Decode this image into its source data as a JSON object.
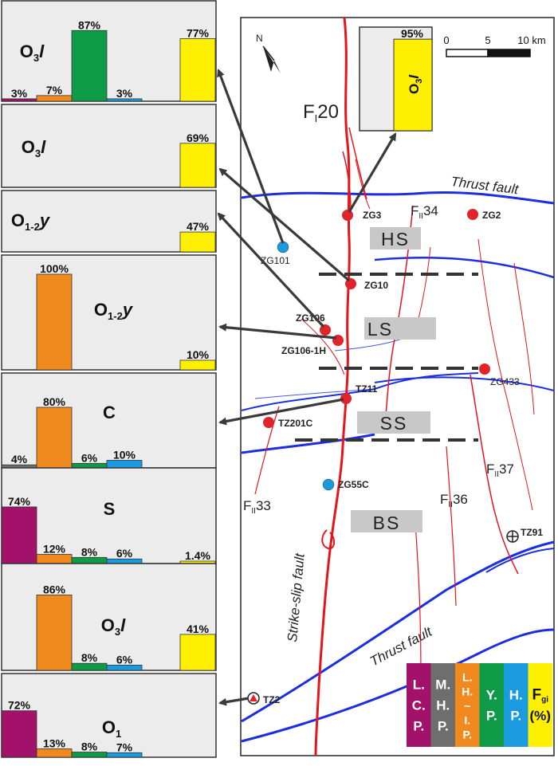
{
  "colors": {
    "lcp": "#a3126a",
    "mhp": "#6e6e6e",
    "lhip": "#f08a1e",
    "yp": "#0f9a48",
    "hp": "#1a9be0",
    "fgi": "#ffef00",
    "fault_red": "#e8141b",
    "thrust_blue": "#1b2ee0",
    "panel_bg": "#ececec",
    "label_box": "#c8c8c8",
    "well_red": "#e0242a",
    "well_blue": "#1a9be0"
  },
  "panels": [
    {
      "id": "p1",
      "formation": {
        "main": "O",
        "sub": "3",
        "tail": "l"
      },
      "bars": [
        {
          "cat": "lcp",
          "label": "3%",
          "value": 3
        },
        {
          "cat": "lhip",
          "label": "7%",
          "value": 7
        },
        {
          "cat": "yp",
          "label": "87%",
          "value": 87
        },
        {
          "cat": "hp",
          "label": "3%",
          "value": 3
        },
        {
          "cat": "fgi",
          "label": "77%",
          "value": 77
        }
      ]
    },
    {
      "id": "p2",
      "formation": {
        "main": "O",
        "sub": "3",
        "tail": "l"
      },
      "bars": [
        {
          "cat": "fgi",
          "label": "69%",
          "value": 69
        }
      ]
    },
    {
      "id": "p3",
      "formation": {
        "main": "O",
        "sub": "1-2",
        "tail": "y"
      },
      "bars": [
        {
          "cat": "fgi",
          "label": "47%",
          "value": 47
        }
      ]
    },
    {
      "id": "p4",
      "formation": {
        "main": "O",
        "sub": "1-2",
        "tail": "y"
      },
      "bars": [
        {
          "cat": "lhip",
          "label": "100%",
          "value": 100
        },
        {
          "cat": "fgi",
          "label": "10%",
          "value": 10
        }
      ]
    },
    {
      "id": "p5",
      "formation": {
        "main": "C",
        "sub": "",
        "tail": ""
      },
      "bars": [
        {
          "cat": "mhp",
          "label": "4%",
          "value": 4
        },
        {
          "cat": "lhip",
          "label": "80%",
          "value": 80
        },
        {
          "cat": "yp",
          "label": "6%",
          "value": 6
        },
        {
          "cat": "hp",
          "label": "10%",
          "value": 10
        }
      ]
    },
    {
      "id": "p6",
      "formation": {
        "main": "S",
        "sub": "",
        "tail": ""
      },
      "bars": [
        {
          "cat": "lcp",
          "label": "74%",
          "value": 74
        },
        {
          "cat": "lhip",
          "label": "12%",
          "value": 12
        },
        {
          "cat": "yp",
          "label": "8%",
          "value": 8
        },
        {
          "cat": "hp",
          "label": "6%",
          "value": 6
        },
        {
          "cat": "fgi",
          "label": "1.4%",
          "value": 1.4
        }
      ]
    },
    {
      "id": "p7",
      "formation": {
        "main": "O",
        "sub": "3",
        "tail": "l"
      },
      "bars": [
        {
          "cat": "lhip",
          "label": "86%",
          "value": 86
        },
        {
          "cat": "yp",
          "label": "8%",
          "value": 8
        },
        {
          "cat": "hp",
          "label": "6%",
          "value": 6
        },
        {
          "cat": "fgi",
          "label": "41%",
          "value": 41
        }
      ]
    },
    {
      "id": "p8",
      "formation": {
        "main": "O",
        "sub": "1",
        "tail": ""
      },
      "bars": [
        {
          "cat": "lcp",
          "label": "72%",
          "value": 72
        },
        {
          "cat": "lhip",
          "label": "13%",
          "value": 13
        },
        {
          "cat": "yp",
          "label": "8%",
          "value": 8
        },
        {
          "cat": "hp",
          "label": "7%",
          "value": 7
        }
      ]
    }
  ],
  "inset": {
    "label": "95%",
    "value": 95,
    "formation": {
      "main": "O",
      "sub": "3",
      "tail": "l"
    }
  },
  "map": {
    "north": "N",
    "scale": {
      "t0": "0",
      "t1": "5",
      "t2": "10 km"
    },
    "faults": {
      "f20": "F I20",
      "f34": "FII34",
      "f33": "FII33",
      "f36": "FII36",
      "f37": "FII37"
    },
    "fault_parts": {
      "roman1": "I",
      "roman2": "II",
      "n20": "20",
      "n34": "34",
      "n33": "33",
      "n36": "36",
      "n37": "37",
      "F": "F"
    },
    "zones": {
      "hs": "HS",
      "ls": "LS",
      "ss": "SS",
      "bs": "BS"
    },
    "thrust_top": "Thrust fault",
    "thrust_bottom": "Thrust fault",
    "strike_slip": "Strike-slip fault",
    "wells": {
      "zg3": "ZG3",
      "zg2": "ZG2",
      "zg101": "ZG101",
      "zg10": "ZG10",
      "zg106": "ZG106",
      "zg106_1h": "ZG106-1H",
      "zg433": "ZG433",
      "tz11": "TZ11",
      "tz201c": "TZ201C",
      "zg55c": "ZG55C",
      "tz91": "TZ91",
      "tz2": "TZ2"
    }
  },
  "legend": [
    {
      "cat": "lcp",
      "lines": [
        "L.",
        "C.",
        "P."
      ]
    },
    {
      "cat": "mhp",
      "lines": [
        "M.",
        "H.",
        "P."
      ]
    },
    {
      "cat": "lhip",
      "lines": [
        "L.",
        "H.",
        "~",
        "I.",
        "P."
      ]
    },
    {
      "cat": "yp",
      "lines": [
        "Y.",
        "P."
      ]
    },
    {
      "cat": "hp",
      "lines": [
        "H.",
        "P."
      ]
    },
    {
      "cat": "fgi",
      "lines": [
        "F",
        "(%)"
      ],
      "sub": "gi"
    }
  ]
}
